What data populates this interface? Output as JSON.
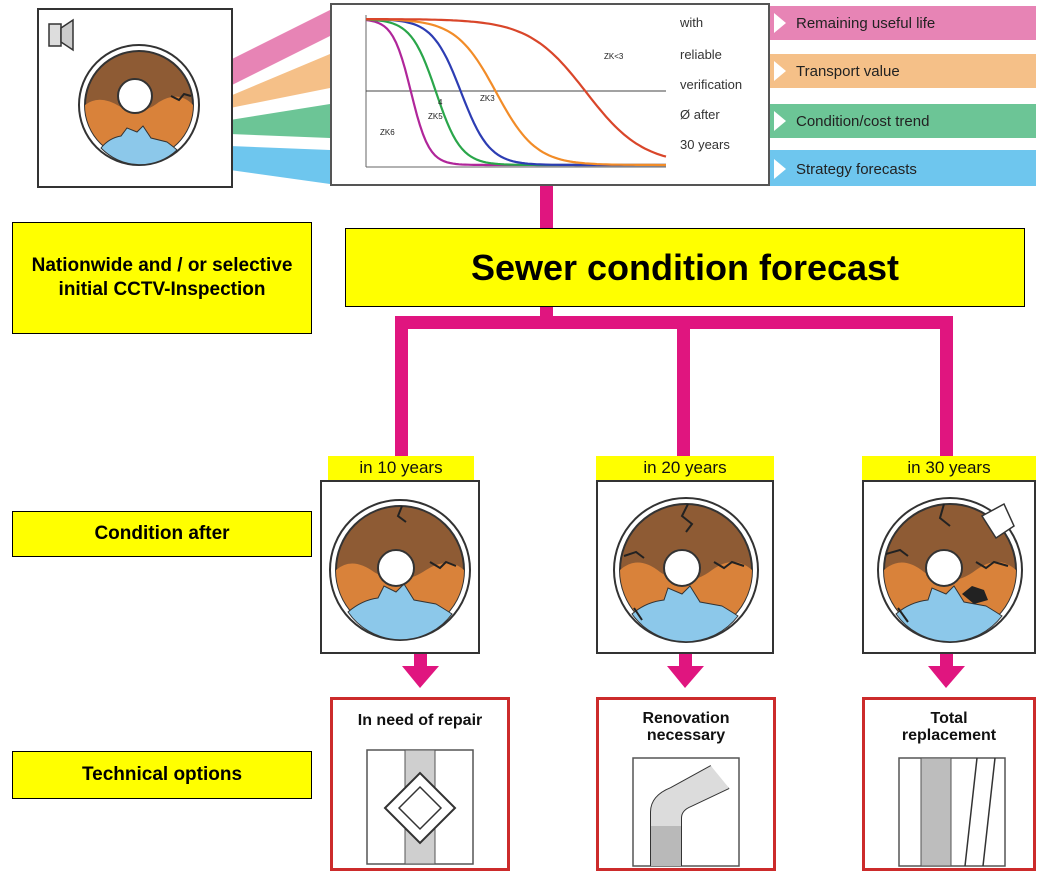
{
  "header_tags": [
    {
      "label": "Remaining useful life",
      "color": "#e784b5"
    },
    {
      "label": "Transport value",
      "color": "#f2b070"
    },
    {
      "label": "Condition/cost trend",
      "color": "#58b98a"
    },
    {
      "label": "Strategy forecasts",
      "color": "#5fbde8"
    }
  ],
  "chart_note": [
    "with",
    "reliable",
    "verification",
    "Ø after",
    "30 years"
  ],
  "chart_data": {
    "type": "line",
    "title": "",
    "xlabel": "",
    "ylabel": "",
    "series": [
      {
        "name": "ZK6",
        "color": "#b0269a"
      },
      {
        "name": "ZK5",
        "color": "#2aa64a"
      },
      {
        "name": "4",
        "color": "#2d3db3"
      },
      {
        "name": "ZK3",
        "color": "#f28c28"
      },
      {
        "name": "ZK<3",
        "color": "#d9462a"
      }
    ]
  },
  "left_labels": {
    "inspection": "Nationwide and / or selective initial CCTV-Inspection",
    "condition_after": "Condition after",
    "technical_options": "Technical options"
  },
  "main_title": "Sewer condition forecast",
  "periods": [
    "in 10 years",
    "in 20 years",
    "in 30 years"
  ],
  "options": [
    {
      "line1": "In need of repair",
      "line2": ""
    },
    {
      "line1": "Renovation",
      "line2": "necessary"
    },
    {
      "line1": "Total",
      "line2": "replacement"
    }
  ],
  "colors": {
    "connector": "#e0157f",
    "label_yellow": "#ffff00",
    "pipe_brown": "#9c6a3e",
    "pipe_orange": "#d8843b",
    "water_blue": "#8cc8ea",
    "option_border": "#cc2b2b"
  }
}
